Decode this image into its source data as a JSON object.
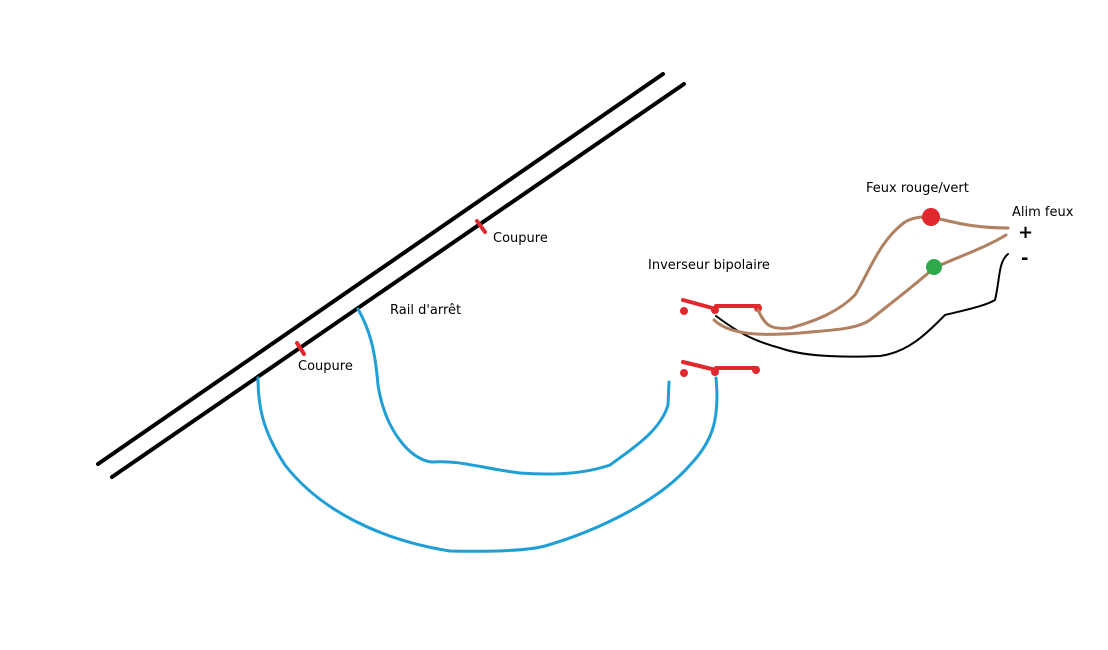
{
  "labels": {
    "coupure_top": "Coupure",
    "coupure_bottom": "Coupure",
    "rail_arret": "Rail d'arrêt",
    "inverseur": "Inverseur bipolaire",
    "feux": "Feux rouge/vert",
    "alim": "Alim feux",
    "plus": "+",
    "minus": "-"
  },
  "colors": {
    "rail": "#000000",
    "cut": "#e0282e",
    "wire_blue": "#1f9fd6",
    "wire_brown": "#b08060",
    "wire_black": "#000000",
    "switch": "#e0282e",
    "light_red": "#e0282e",
    "light_green": "#2ea84a"
  }
}
